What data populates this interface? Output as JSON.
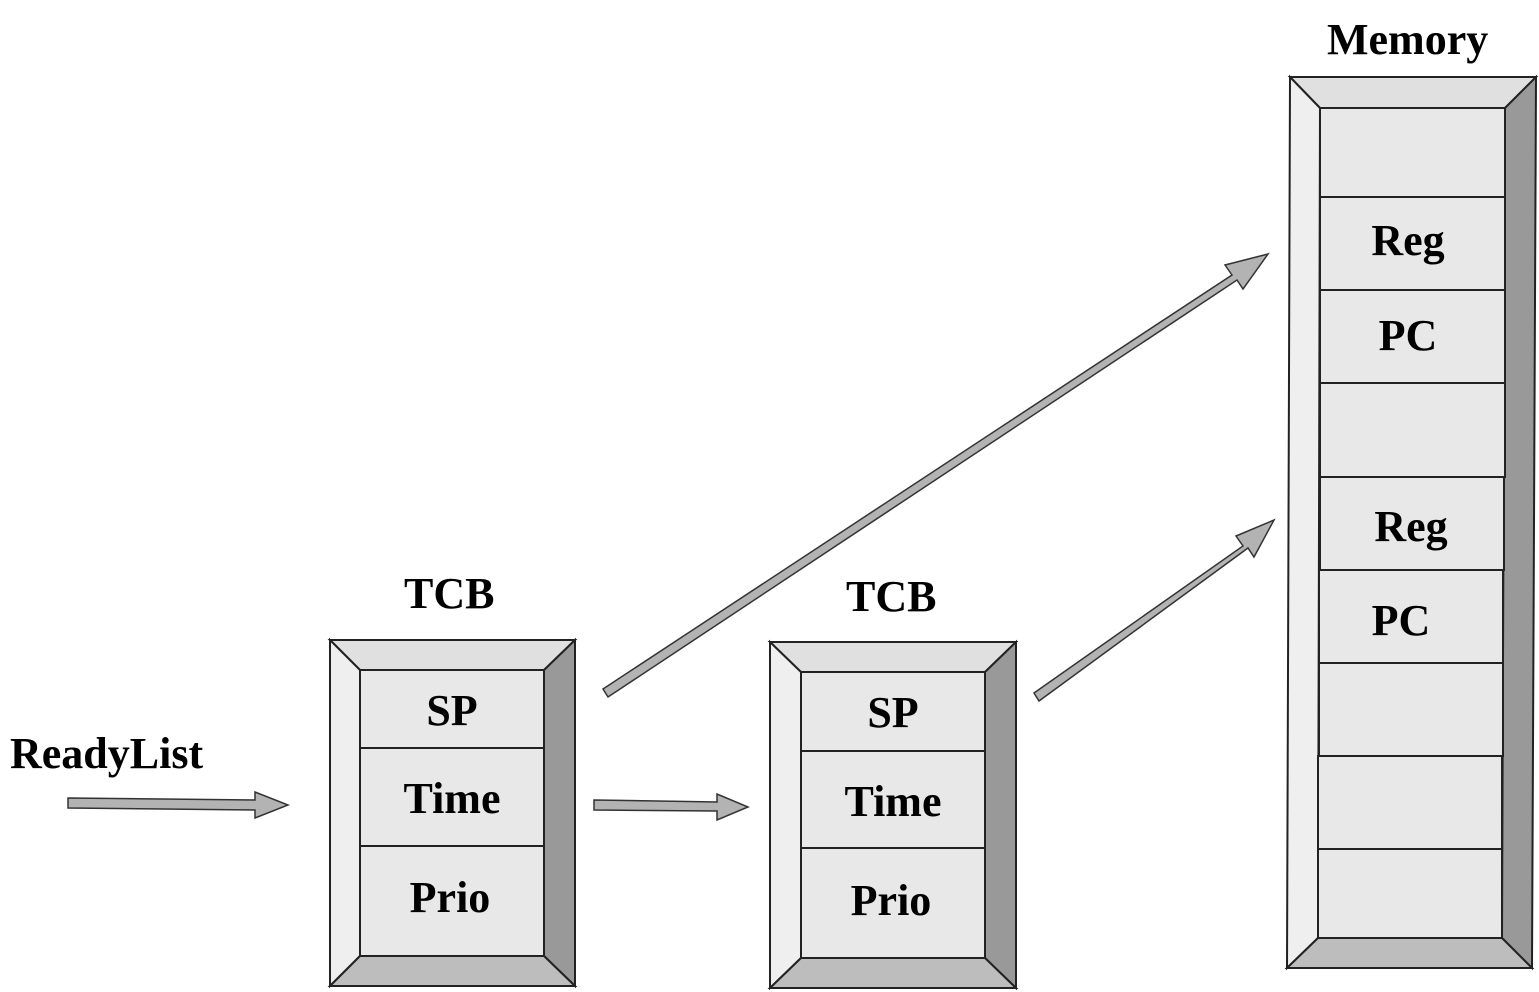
{
  "readylist": {
    "label": "ReadyList"
  },
  "tcbs": [
    {
      "title": "TCB",
      "fields": [
        "SP",
        "Time",
        "Prio"
      ]
    },
    {
      "title": "TCB",
      "fields": [
        "SP",
        "Time",
        "Prio"
      ]
    }
  ],
  "memory": {
    "title": "Memory",
    "cells": [
      "",
      "Reg",
      "PC",
      "",
      "Reg",
      "PC",
      "",
      "",
      ""
    ]
  },
  "colors": {
    "bevel_light": "#efefef",
    "bevel_mid": "#d4d4d4",
    "bevel_dark": "#999999",
    "cell_fill": "#e8e8e8",
    "arrow_fill": "#b3b3b3"
  }
}
